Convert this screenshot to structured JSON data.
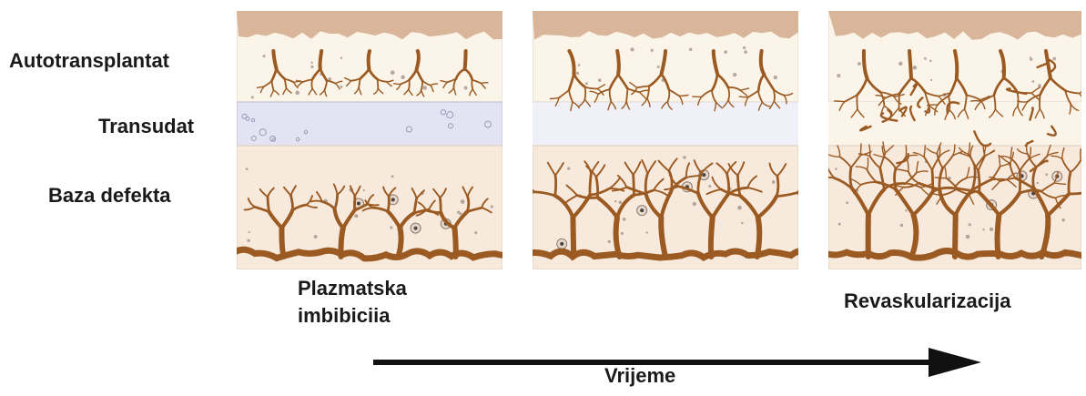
{
  "labels": {
    "graft": "Autotransplantat",
    "exudate": "Transudat",
    "base": "Baza defekta"
  },
  "stages": {
    "first": {
      "line1": "Plazmatska",
      "line2": "imbibiciia"
    },
    "last": "Revaskularizacija"
  },
  "time_axis": {
    "label": "Vrijeme"
  },
  "colors": {
    "epidermis": "#d9b59a",
    "graft_tissue": "#fbf4e8",
    "exudate": "#e3e3f3",
    "base_tissue": "#f7e9dc",
    "vessel": "#9b5a22",
    "arrow": "#111111"
  }
}
